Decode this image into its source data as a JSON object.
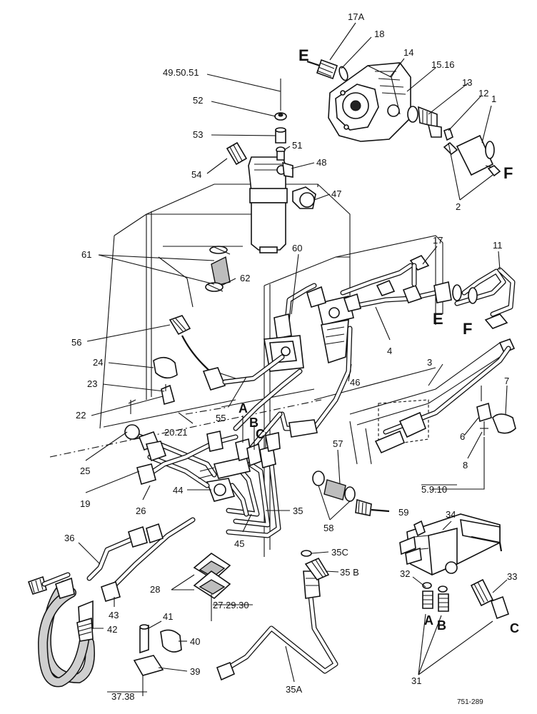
{
  "labels": {
    "l17a": "17A",
    "l18": "18",
    "l14": "14",
    "l1516": "15.16",
    "l13": "13",
    "l12": "12",
    "l1": "1",
    "l2": "2",
    "lF1": "F",
    "lE1": "E",
    "l495051": "49.50.51",
    "l52": "52",
    "l53": "53",
    "l51": "51",
    "l48": "48",
    "l54": "54",
    "l47": "47",
    "l61": "61",
    "l62": "62",
    "l60": "60",
    "l17": "17",
    "l11": "11",
    "lE2": "E",
    "lF2": "F",
    "l4": "4",
    "l56": "56",
    "l24": "24",
    "l23": "23",
    "l22": "22",
    "l2021": "20.21",
    "l55": "55",
    "l46": "46",
    "l3": "3",
    "l7": "7",
    "l6": "6",
    "l8": "8",
    "l5910": "5.9.10",
    "l25": "25",
    "l19": "19",
    "l26": "26",
    "l44": "44",
    "lA1": "A",
    "lB1": "B",
    "lC1": "C",
    "l57": "57",
    "l58": "58",
    "l59": "59",
    "l35": "35",
    "l45": "45",
    "l36": "36",
    "l43": "43",
    "l42": "42",
    "l28": "28",
    "l272930": "27.29.30",
    "l35c": "35C",
    "l35b": "35 B",
    "l35a": "35A",
    "l34": "34",
    "l32": "32",
    "l33": "33",
    "lA2": "A",
    "lB2": "B",
    "lC2": "C",
    "l31": "31",
    "l41": "41",
    "l40": "40",
    "l39": "39",
    "l3738": "37.38",
    "ref": "751-289"
  }
}
